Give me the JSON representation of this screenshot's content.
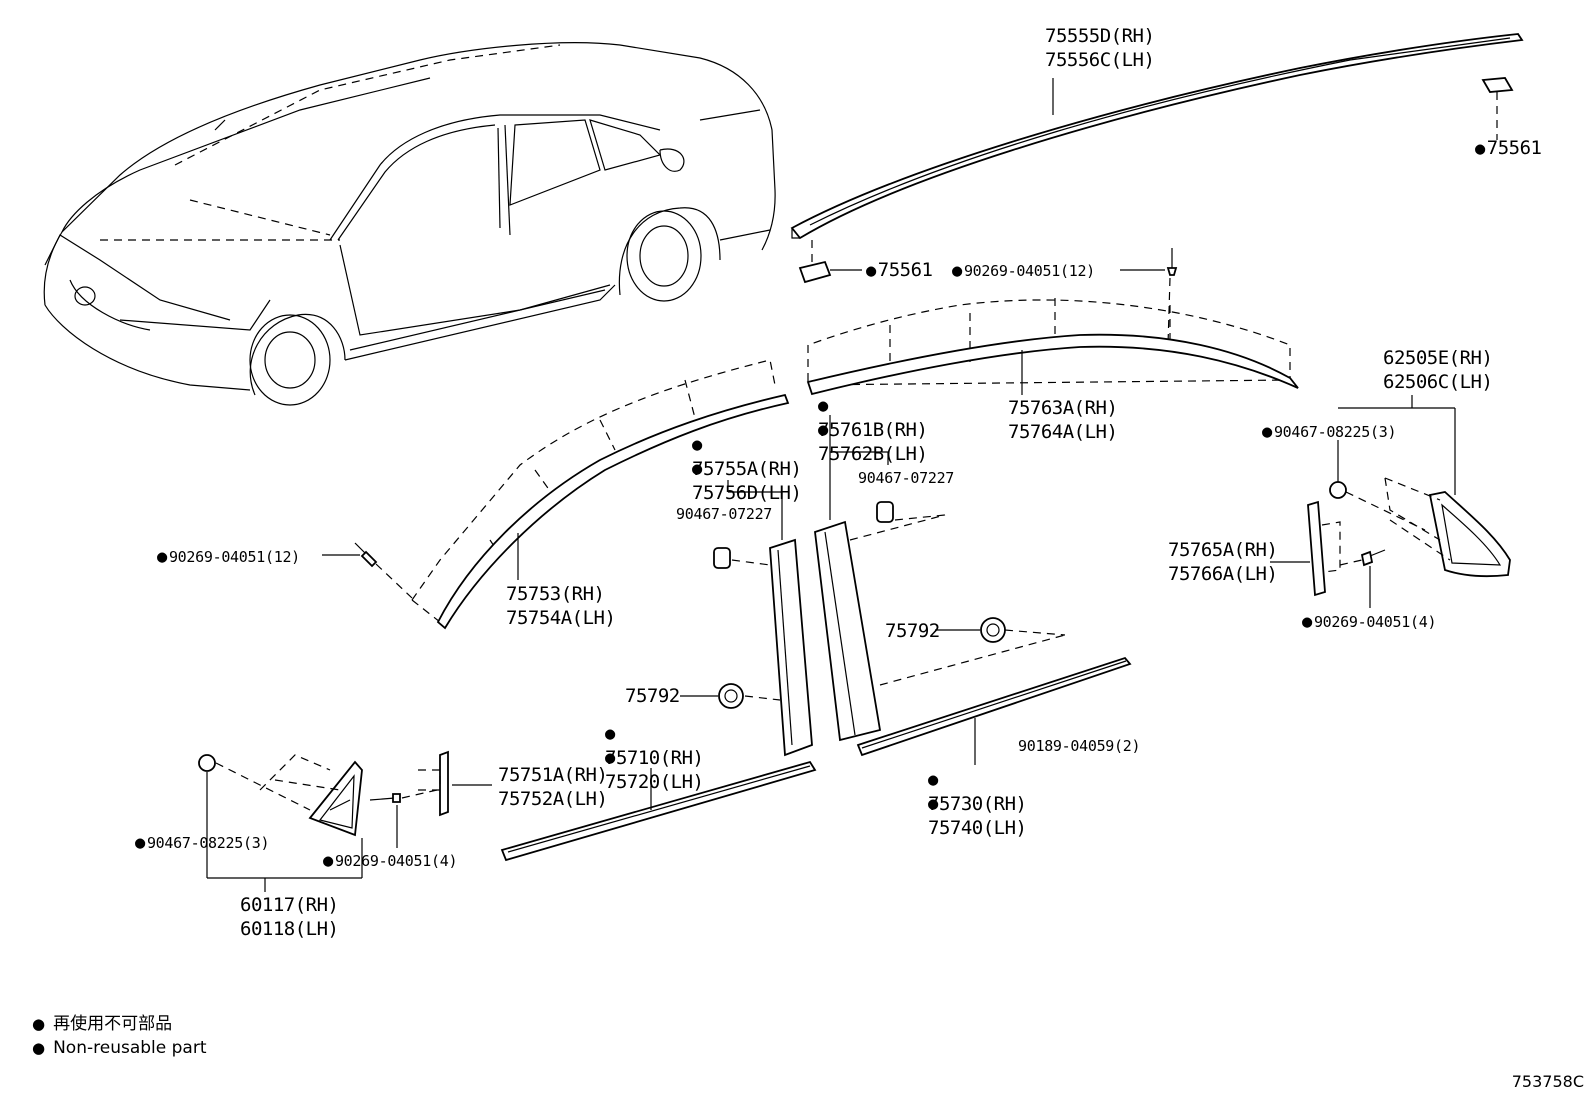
{
  "labels": {
    "l75555": {
      "l1": "75555D(RH)",
      "l2": "75556C(LH)"
    },
    "l75561_a": "75561",
    "l75561_b": "75561",
    "l90269_top": "90269-04051(12)",
    "l62505": {
      "l1": "62505E(RH)",
      "l2": "62506C(LH)"
    },
    "l90467_r": "90467-08225(3)",
    "l75761": {
      "l1": "75761B(RH)",
      "l2": "75762B(LH)"
    },
    "l75763": {
      "l1": "75763A(RH)",
      "l2": "75764A(LH)"
    },
    "l75755": {
      "l1": "75755A(RH)",
      "l2": "75756D(LH)"
    },
    "l90467_07227_a": "90467-07227",
    "l90467_07227_b": "90467-07227",
    "l90269_left": "90269-04051(12)",
    "l75753": {
      "l1": "75753(RH)",
      "l2": "75754A(LH)"
    },
    "l75765": {
      "l1": "75765A(RH)",
      "l2": "75766A(LH)"
    },
    "l90269_r4": "90269-04051(4)",
    "l75792_a": "75792",
    "l75792_b": "75792",
    "l75710": {
      "l1": "75710(RH)",
      "l2": "75720(LH)"
    },
    "l75751": {
      "l1": "75751A(RH)",
      "l2": "75752A(LH)"
    },
    "l90189": "90189-04059(2)",
    "l75730": {
      "l1": "75730(RH)",
      "l2": "75740(LH)"
    },
    "l90467_l": "90467-08225(3)",
    "l90269_l4": "90269-04051(4)",
    "l60117": {
      "l1": "60117(RH)",
      "l2": "60118(LH)"
    }
  },
  "legend": {
    "jp": "再使用不可部品",
    "en": "Non-reusable part"
  },
  "diagram_code": "753758C"
}
